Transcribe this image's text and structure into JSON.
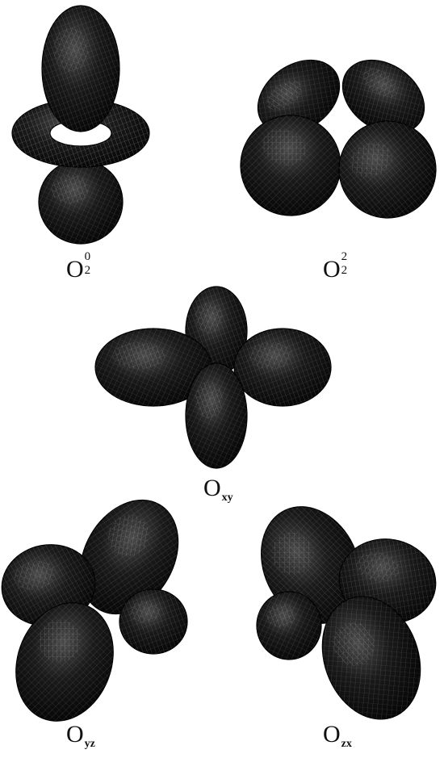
{
  "figures": [
    {
      "id": "o20",
      "label": {
        "base": "O",
        "sub": "2",
        "sup": "0"
      }
    },
    {
      "id": "o22",
      "label": {
        "base": "O",
        "sub": "2",
        "sup": "2"
      }
    },
    {
      "id": "oxy",
      "label": {
        "base": "O",
        "sub": "xy"
      }
    },
    {
      "id": "oyz",
      "label": {
        "base": "O",
        "sub": "yz"
      }
    },
    {
      "id": "ozx",
      "label": {
        "base": "O",
        "sub": "zx"
      }
    }
  ],
  "colors": {
    "lobe_dark": "#0c0c0c",
    "lobe_mid": "#2a2a2a",
    "mesh_light": "#d8d8d8",
    "label": "#111111"
  }
}
